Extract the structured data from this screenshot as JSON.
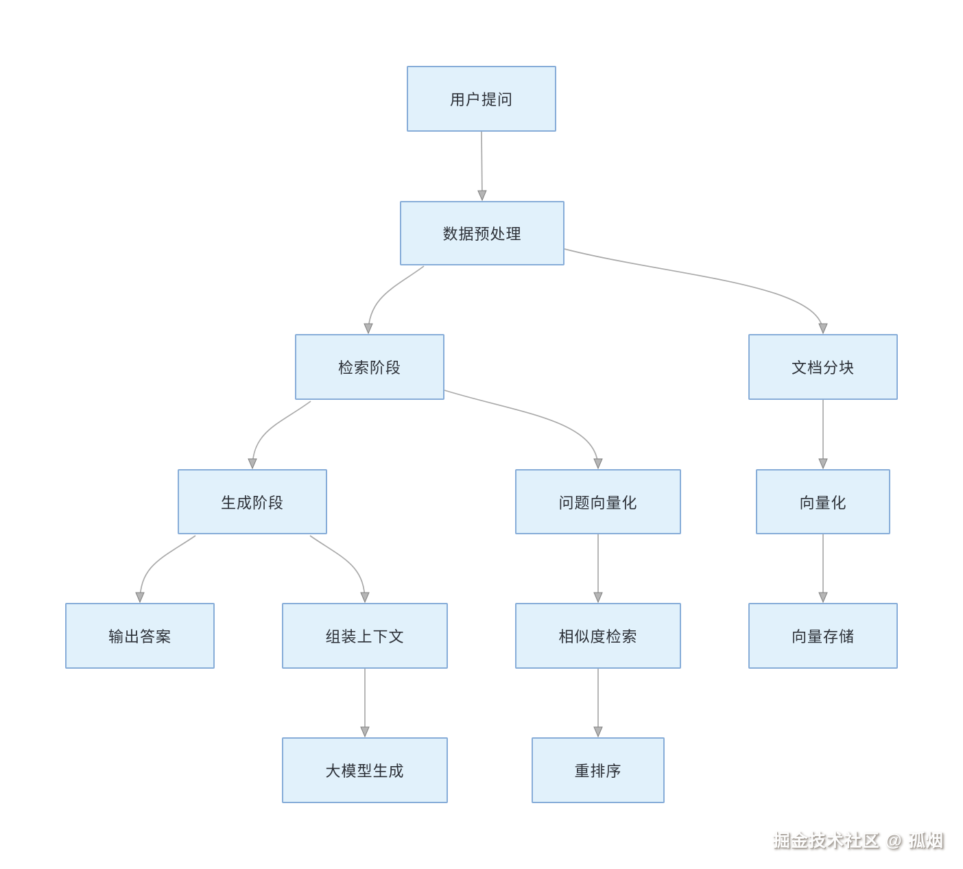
{
  "diagram": {
    "type": "flowchart",
    "colors": {
      "background": "#ffffff",
      "node_fill": "#e1f1fb",
      "node_border": "#86acd8",
      "node_text": "#2b2f36",
      "edge_line": "#a9a9a9",
      "arrowhead_fill": "#b5b5b5",
      "arrowhead_stroke": "#7f7f7f"
    },
    "nodes": [
      {
        "id": "user-question",
        "label": "用户提问"
      },
      {
        "id": "data-preprocessing",
        "label": "数据预处理"
      },
      {
        "id": "retrieval-stage",
        "label": "检索阶段"
      },
      {
        "id": "document-chunking",
        "label": "文档分块"
      },
      {
        "id": "generation-stage",
        "label": "生成阶段"
      },
      {
        "id": "question-vectorization",
        "label": "问题向量化"
      },
      {
        "id": "vectorization",
        "label": "向量化"
      },
      {
        "id": "output-answer",
        "label": "输出答案"
      },
      {
        "id": "assemble-context",
        "label": "组装上下文"
      },
      {
        "id": "similarity-search",
        "label": "相似度检索"
      },
      {
        "id": "vector-storage",
        "label": "向量存储"
      },
      {
        "id": "llm-generation",
        "label": "大模型生成"
      },
      {
        "id": "rerank",
        "label": "重排序"
      }
    ],
    "edges": [
      {
        "from": "用户提问",
        "to": "数据预处理"
      },
      {
        "from": "数据预处理",
        "to": "检索阶段"
      },
      {
        "from": "数据预处理",
        "to": "文档分块"
      },
      {
        "from": "检索阶段",
        "to": "生成阶段"
      },
      {
        "from": "检索阶段",
        "to": "问题向量化"
      },
      {
        "from": "文档分块",
        "to": "向量化"
      },
      {
        "from": "生成阶段",
        "to": "输出答案"
      },
      {
        "from": "生成阶段",
        "to": "组装上下文"
      },
      {
        "from": "问题向量化",
        "to": "相似度检索"
      },
      {
        "from": "向量化",
        "to": "向量存储"
      },
      {
        "from": "组装上下文",
        "to": "大模型生成"
      },
      {
        "from": "相似度检索",
        "to": "重排序"
      }
    ]
  },
  "watermark": {
    "text": "掘金技术社区 @ 孤烟"
  }
}
